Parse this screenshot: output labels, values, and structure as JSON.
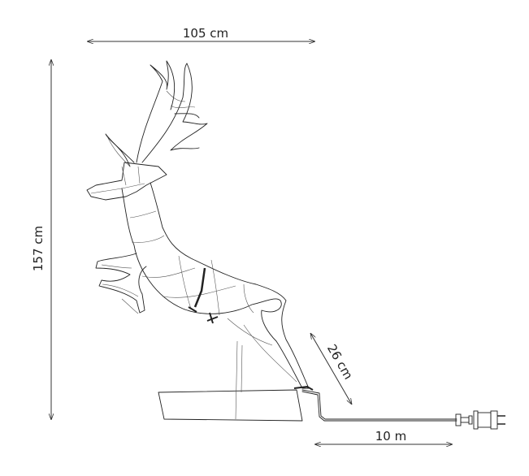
{
  "dimensions": {
    "width": "105 cm",
    "height": "157 cm",
    "base_depth": "26 cm",
    "cable_length": "10 m"
  }
}
